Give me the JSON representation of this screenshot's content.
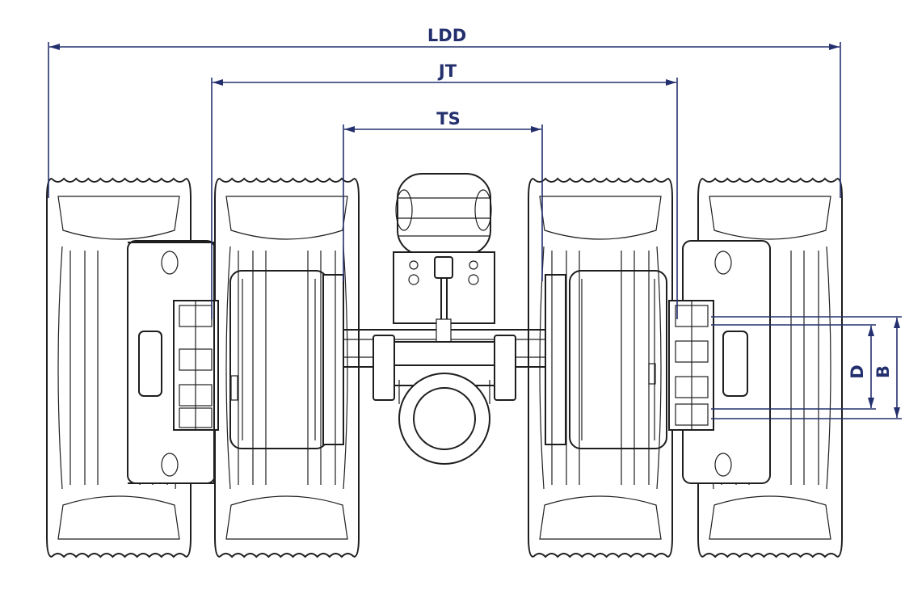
{
  "diagram": {
    "dimensions": {
      "ldd": "LDD",
      "jt": "JT",
      "ts": "TS",
      "d": "D",
      "b": "B"
    },
    "colors": {
      "dimension_ink": "#24306e",
      "drawing_ink": "#1e1e1e",
      "background": "#ffffff"
    }
  }
}
